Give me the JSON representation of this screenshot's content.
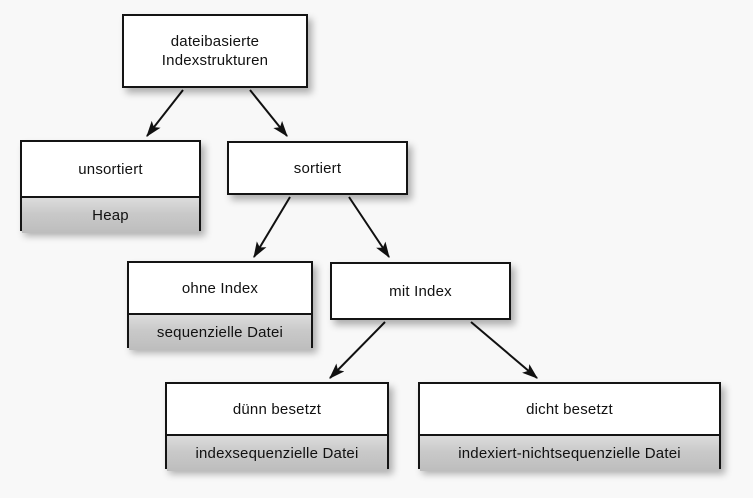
{
  "diagram": {
    "title": "dateibasierte Indexstrukturen",
    "background_color": "#f8f8f8",
    "node_fill_color": "#ffffff",
    "node_sub_fill_color": "#c9c9c9",
    "node_border_color": "#141414",
    "nodes": [
      {
        "id": "root",
        "label": "dateibasierte\nIndexstrukturen",
        "sub": null
      },
      {
        "id": "unsortiert",
        "label": "unsortiert",
        "sub": "Heap"
      },
      {
        "id": "sortiert",
        "label": "sortiert",
        "sub": null
      },
      {
        "id": "ohne",
        "label": "ohne Index",
        "sub": "sequenzielle Datei"
      },
      {
        "id": "mit",
        "label": "mit Index",
        "sub": null
      },
      {
        "id": "duenn",
        "label": "dünn besetzt",
        "sub": "indexsequenzielle Datei"
      },
      {
        "id": "dicht",
        "label": "dicht besetzt",
        "sub": "indexiert-nichtsequenzielle Datei"
      }
    ],
    "edges": [
      {
        "from": "root",
        "to": "unsortiert"
      },
      {
        "from": "root",
        "to": "sortiert"
      },
      {
        "from": "sortiert",
        "to": "ohne"
      },
      {
        "from": "sortiert",
        "to": "mit"
      },
      {
        "from": "mit",
        "to": "duenn"
      },
      {
        "from": "mit",
        "to": "dicht"
      }
    ]
  }
}
